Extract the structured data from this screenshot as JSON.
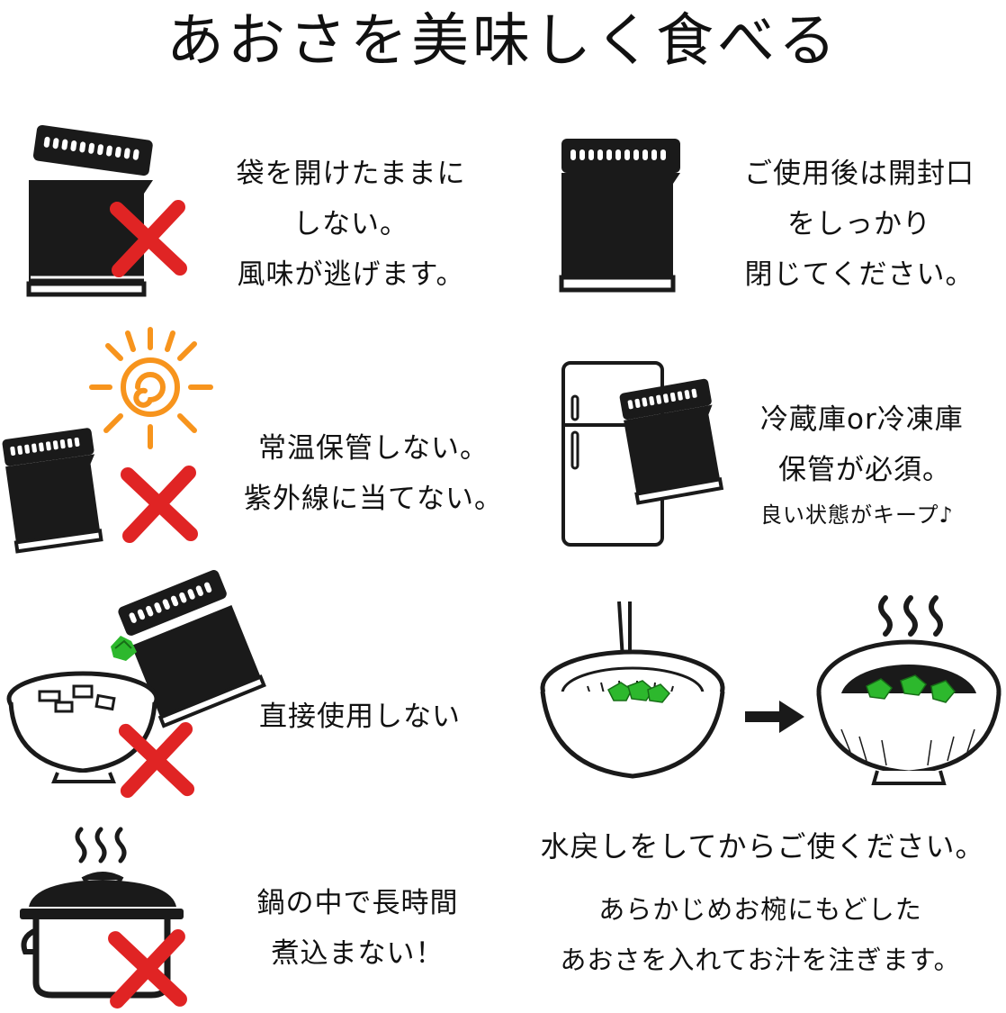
{
  "title": "あおさを美味しく食べる",
  "items": {
    "open_bag": {
      "lines": [
        "袋を開けたままに",
        "しない。",
        "風味が逃げます。"
      ]
    },
    "close_bag": {
      "lines": [
        "ご使用後は開封口",
        "をしっかり",
        "閉じてください。"
      ]
    },
    "no_room_temp": {
      "lines": [
        "常温保管しない。",
        "紫外線に当てない。"
      ]
    },
    "fridge": {
      "lines": [
        "冷蔵庫or冷凍庫",
        "保管が必須。"
      ],
      "note": "良い状態がキープ♪"
    },
    "no_direct": {
      "lines": [
        "直接使用しない"
      ]
    },
    "rehydrate": {
      "heading": "水戻しをしてからご使ください。",
      "lines": [
        "あらかじめお椀にもどした",
        "あおさを入れてお汁を注ぎます。"
      ]
    },
    "no_boil": {
      "lines": [
        "鍋の中で長時間",
        "煮込まない！"
      ]
    }
  },
  "colors": {
    "ink": "#1a1a1a",
    "cross": "#e02424",
    "sun": "#f7941d",
    "seaweed": "#2db82d"
  },
  "icons": [
    "bag-icon",
    "cross-icon",
    "sun-icon",
    "fridge-icon",
    "bowl-icon",
    "pot-icon",
    "steam-icon",
    "arrow-icon",
    "chopsticks-icon"
  ]
}
